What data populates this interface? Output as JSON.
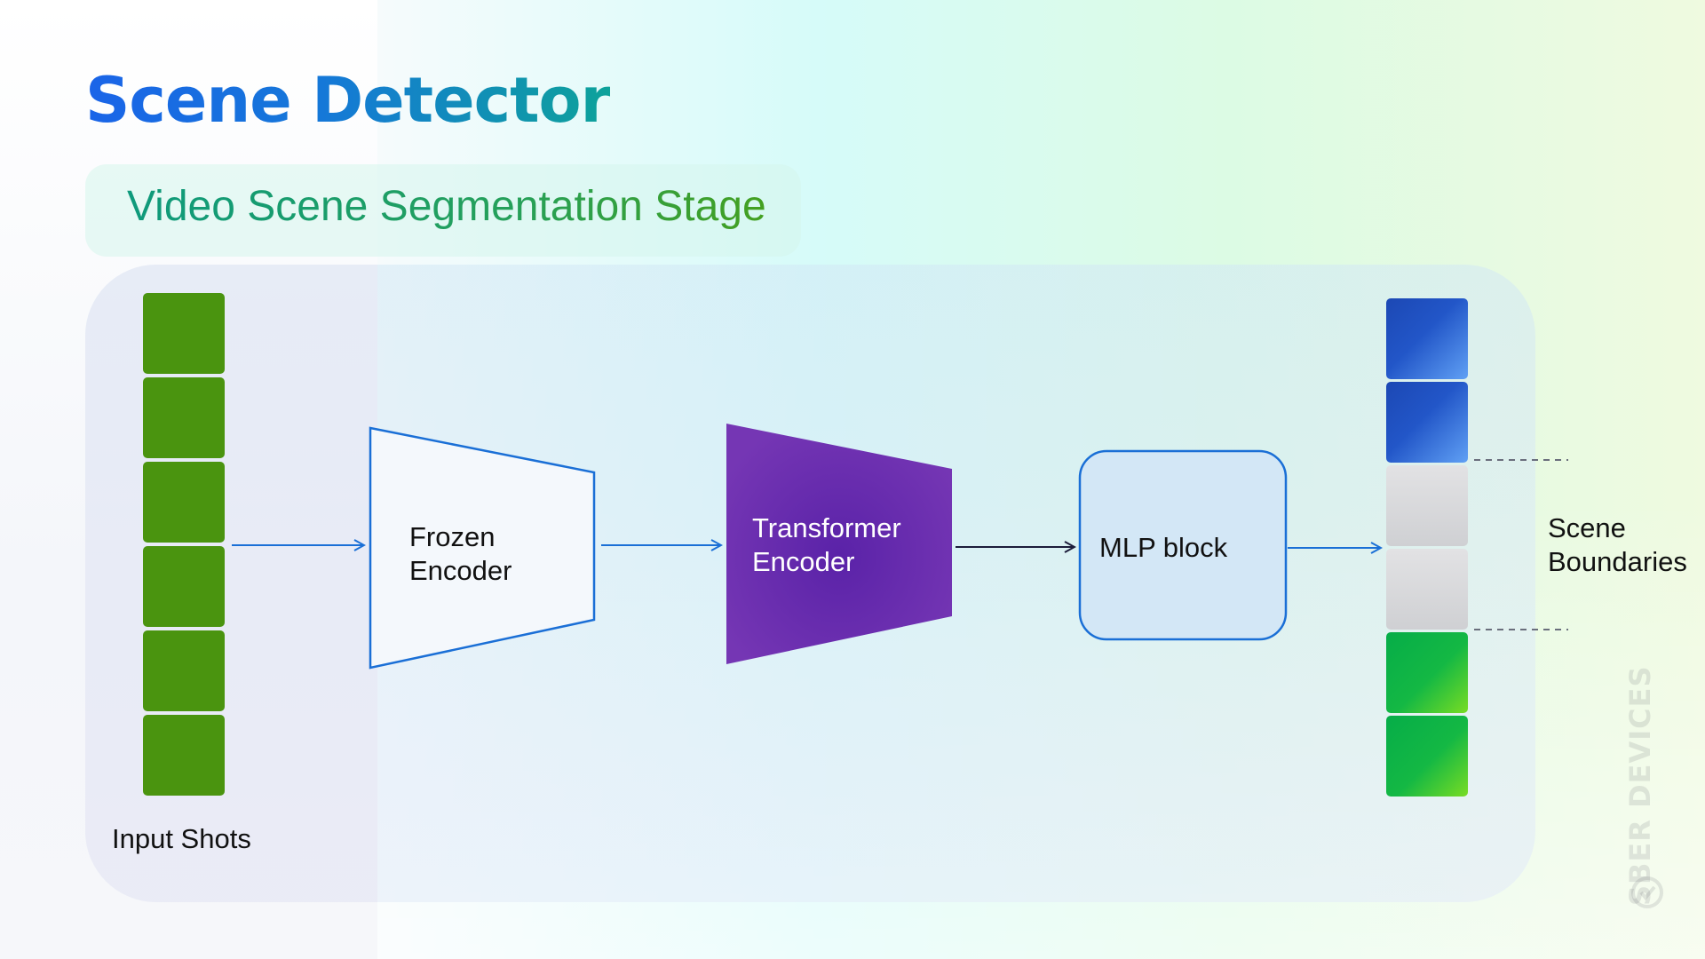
{
  "title": "Scene Detector",
  "subtitle": "Video Scene Segmentation Stage",
  "input_label": "Input Shots",
  "input_shot_count": 6,
  "frozen_encoder_label": "Frozen\nEncoder",
  "transformer_encoder_label": "Transformer\nEncoder",
  "mlp_label": "MLP block",
  "output_label": "Scene\nBoundaries",
  "output_blocks": [
    "blue",
    "blue",
    "grey",
    "grey",
    "green",
    "green"
  ],
  "watermark": "SBER DEVICES",
  "colors": {
    "input_shot": "#4a940f",
    "arrow_blue": "#1a6fd6",
    "arrow_dark": "#1c1c3a",
    "transformer_purple": "#6a2fb0",
    "mlp_fill": "#d3e7f6",
    "boundary_dash": "#6a6e7c"
  }
}
